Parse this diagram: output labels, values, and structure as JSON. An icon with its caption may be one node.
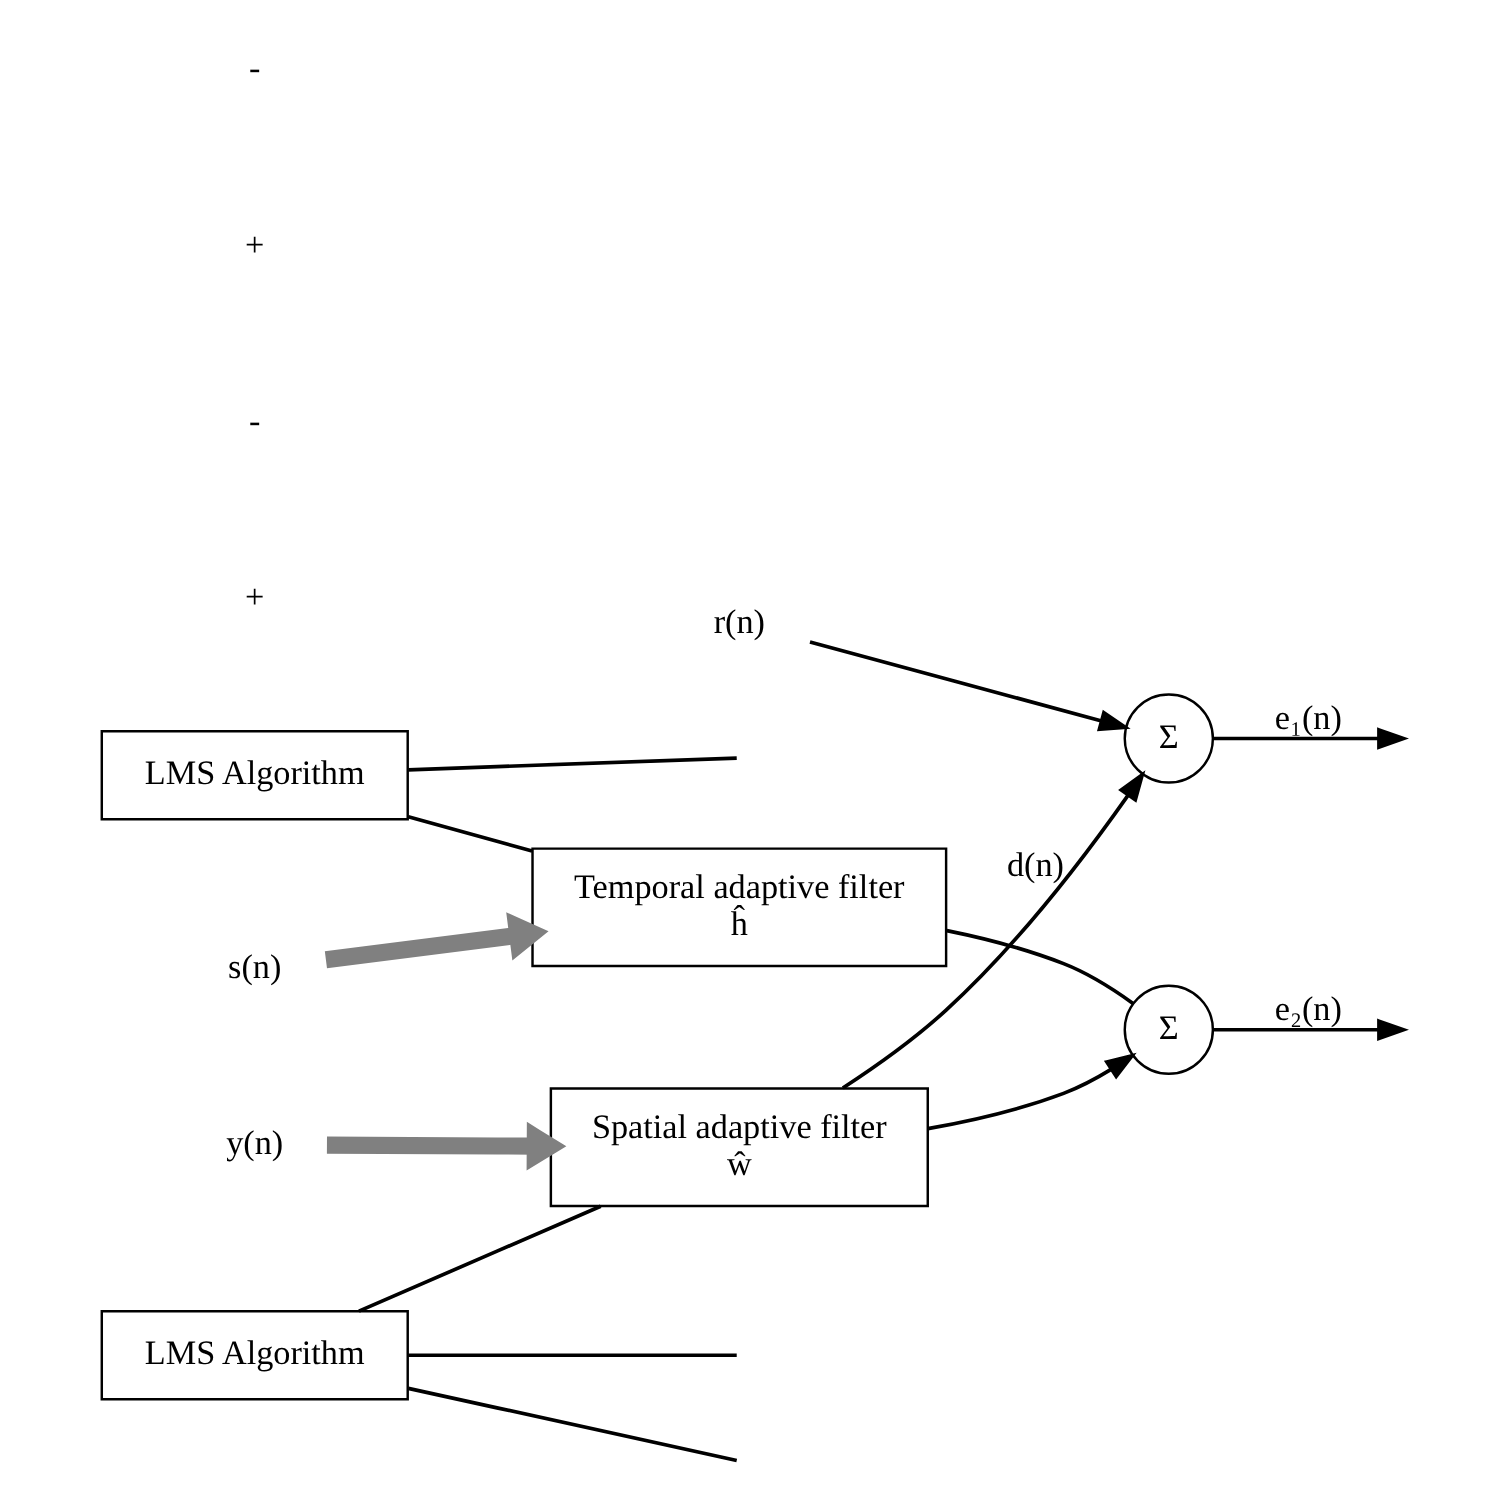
{
  "diagram": {
    "nodes": [
      {
        "text": [
          "y(n)"
        ]
      },
      {
        "text": [
          "Spatial adaptive filter",
          "ŵ"
        ]
      },
      {
        "text": [
          "LMS Algorithm"
        ]
      },
      {
        "text": [
          "r(n)"
        ]
      },
      {
        "text": [
          "Σ"
        ]
      },
      {
        "text": [
          "s(n)"
        ]
      },
      {
        "text": [
          "Temporal adaptive filter",
          "ĥ"
        ]
      },
      {
        "text": [
          "Σ"
        ]
      },
      {
        "text": [
          "LMS Algorithm"
        ]
      }
    ],
    "edges": [
      {
        "from": 0,
        "to": 1,
        "arrow": "to",
        "style": "thick",
        "color": "#808080"
      },
      {
        "from": 3,
        "to": 4,
        "arrow": "to"
      },
      {
        "from": 4,
        "to": null,
        "arrow": "to",
        "label": "e₁(n)"
      },
      {
        "from": 1,
        "to": 4,
        "arrow": "to",
        "label": "d(n)"
      },
      {
        "from": 1,
        "to": 7,
        "arrow": "to"
      },
      {
        "from": 2,
        "to": 1,
        "arrow": "none"
      },
      {
        "from": 2,
        "to": null,
        "arrow": "none"
      },
      {
        "from": 2,
        "to": null,
        "arrow": "none"
      },
      {
        "from": 5,
        "to": 6,
        "arrow": "to",
        "style": "thick",
        "color": "#808080"
      },
      {
        "from": 6,
        "to": 7,
        "arrow": "none"
      },
      {
        "from": 7,
        "to": null,
        "arrow": "to",
        "label": "e₂(n)"
      },
      {
        "from": 8,
        "to": 6,
        "arrow": "none"
      },
      {
        "from": 8,
        "to": null,
        "arrow": "none"
      }
    ],
    "labels": [
      "+",
      "-",
      "+",
      "-"
    ]
  }
}
